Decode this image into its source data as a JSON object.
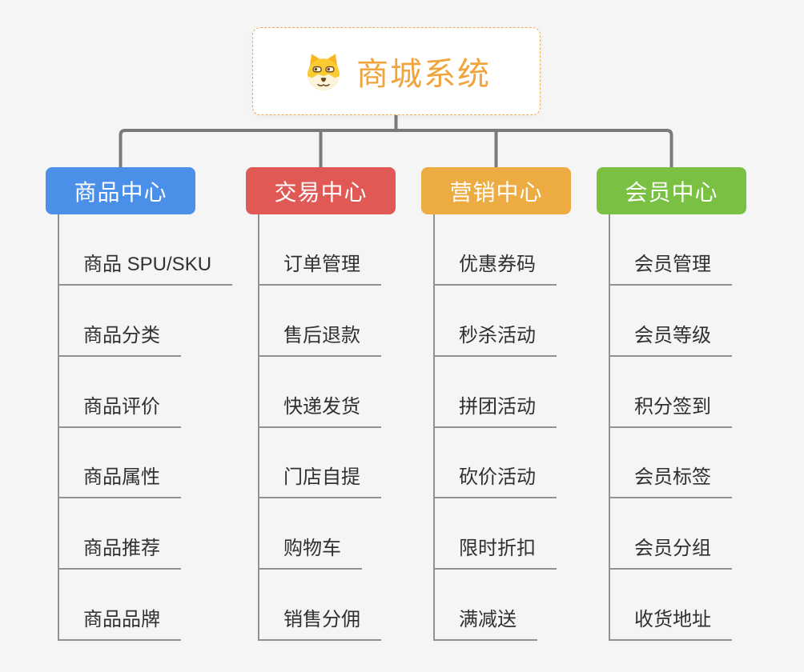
{
  "page": {
    "background": "#F5F5F5"
  },
  "root": {
    "label": "商城系统",
    "icon": "dog-face-icon",
    "text_color": "#F0A43C",
    "border_color": "#F0AC55"
  },
  "lines": {
    "connector_color": "#7A7A7A",
    "leaf_line_color": "#919191"
  },
  "branches": [
    {
      "id": "product-center",
      "label": "商品中心",
      "color": "#4A8FE8",
      "children": [
        "商品 SPU/SKU",
        "商品分类",
        "商品评价",
        "商品属性",
        "商品推荐",
        "商品品牌"
      ]
    },
    {
      "id": "trade-center",
      "label": "交易中心",
      "color": "#E05954",
      "children": [
        "订单管理",
        "售后退款",
        "快递发货",
        "门店自提",
        "购物车",
        "销售分佣"
      ]
    },
    {
      "id": "marketing-center",
      "label": "营销中心",
      "color": "#ECAC41",
      "children": [
        "优惠券码",
        "秒杀活动",
        "拼团活动",
        "砍价活动",
        "限时折扣",
        "满减送"
      ]
    },
    {
      "id": "member-center",
      "label": "会员中心",
      "color": "#7AC043",
      "children": [
        "会员管理",
        "会员等级",
        "积分签到",
        "会员标签",
        "会员分组",
        "收货地址"
      ]
    }
  ]
}
